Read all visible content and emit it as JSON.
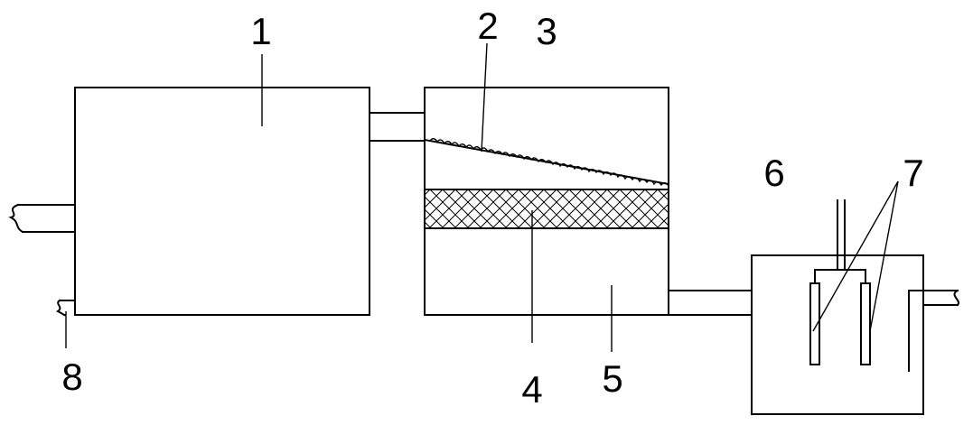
{
  "diagram": {
    "labels": {
      "l1": "1",
      "l2": "2",
      "l3": "3",
      "l4": "4",
      "l5": "5",
      "l6": "6",
      "l7": "7",
      "l8": "8"
    },
    "colors": {
      "line": "#000000",
      "background": "#ffffff"
    }
  }
}
